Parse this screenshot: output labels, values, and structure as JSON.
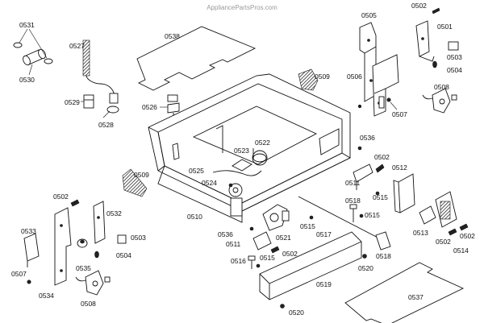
{
  "watermark": "AppliancePartsPros.com",
  "labels": {
    "l0531": "0531",
    "l0530": "0530",
    "l0527": "0527",
    "l0529": "0529",
    "l0528": "0528",
    "l0538": "0538",
    "l0526": "0526",
    "l0505": "0505",
    "l0502a": "0502",
    "l0501": "0501",
    "l0503a": "0503",
    "l0504a": "0504",
    "l0506": "0506",
    "l0509a": "0509",
    "l0508a": "0508",
    "l0507a": "0507",
    "l0522": "0522",
    "l0523": "0523",
    "l0525": "0525",
    "l0524": "0524",
    "l0509b": "0509",
    "l0536a": "0536",
    "l0502b": "0502",
    "l0512": "0512",
    "l0511a": "0511",
    "l0515a": "0515",
    "l0518a": "0518",
    "l0515b": "0515",
    "l0510": "0510",
    "l0502c": "0502",
    "l0532": "0532",
    "l0533": "0533",
    "l0503b": "0503",
    "l0504b": "0504",
    "l0535": "0535",
    "l0507b": "0507",
    "l0534": "0534",
    "l0508b": "0508",
    "l0536b": "0536",
    "l0521": "0521",
    "l0515c": "0515",
    "l0517": "0517",
    "l0511b": "0511",
    "l0502d": "0502",
    "l0513": "0513",
    "l0502e": "0502",
    "l0502f": "0502",
    "l0514": "0514",
    "l0518b": "0518",
    "l0516": "0516",
    "l0515d": "0515",
    "l0519": "0519",
    "l0520a": "0520",
    "l0537": "0537",
    "l0520b": "0520"
  }
}
